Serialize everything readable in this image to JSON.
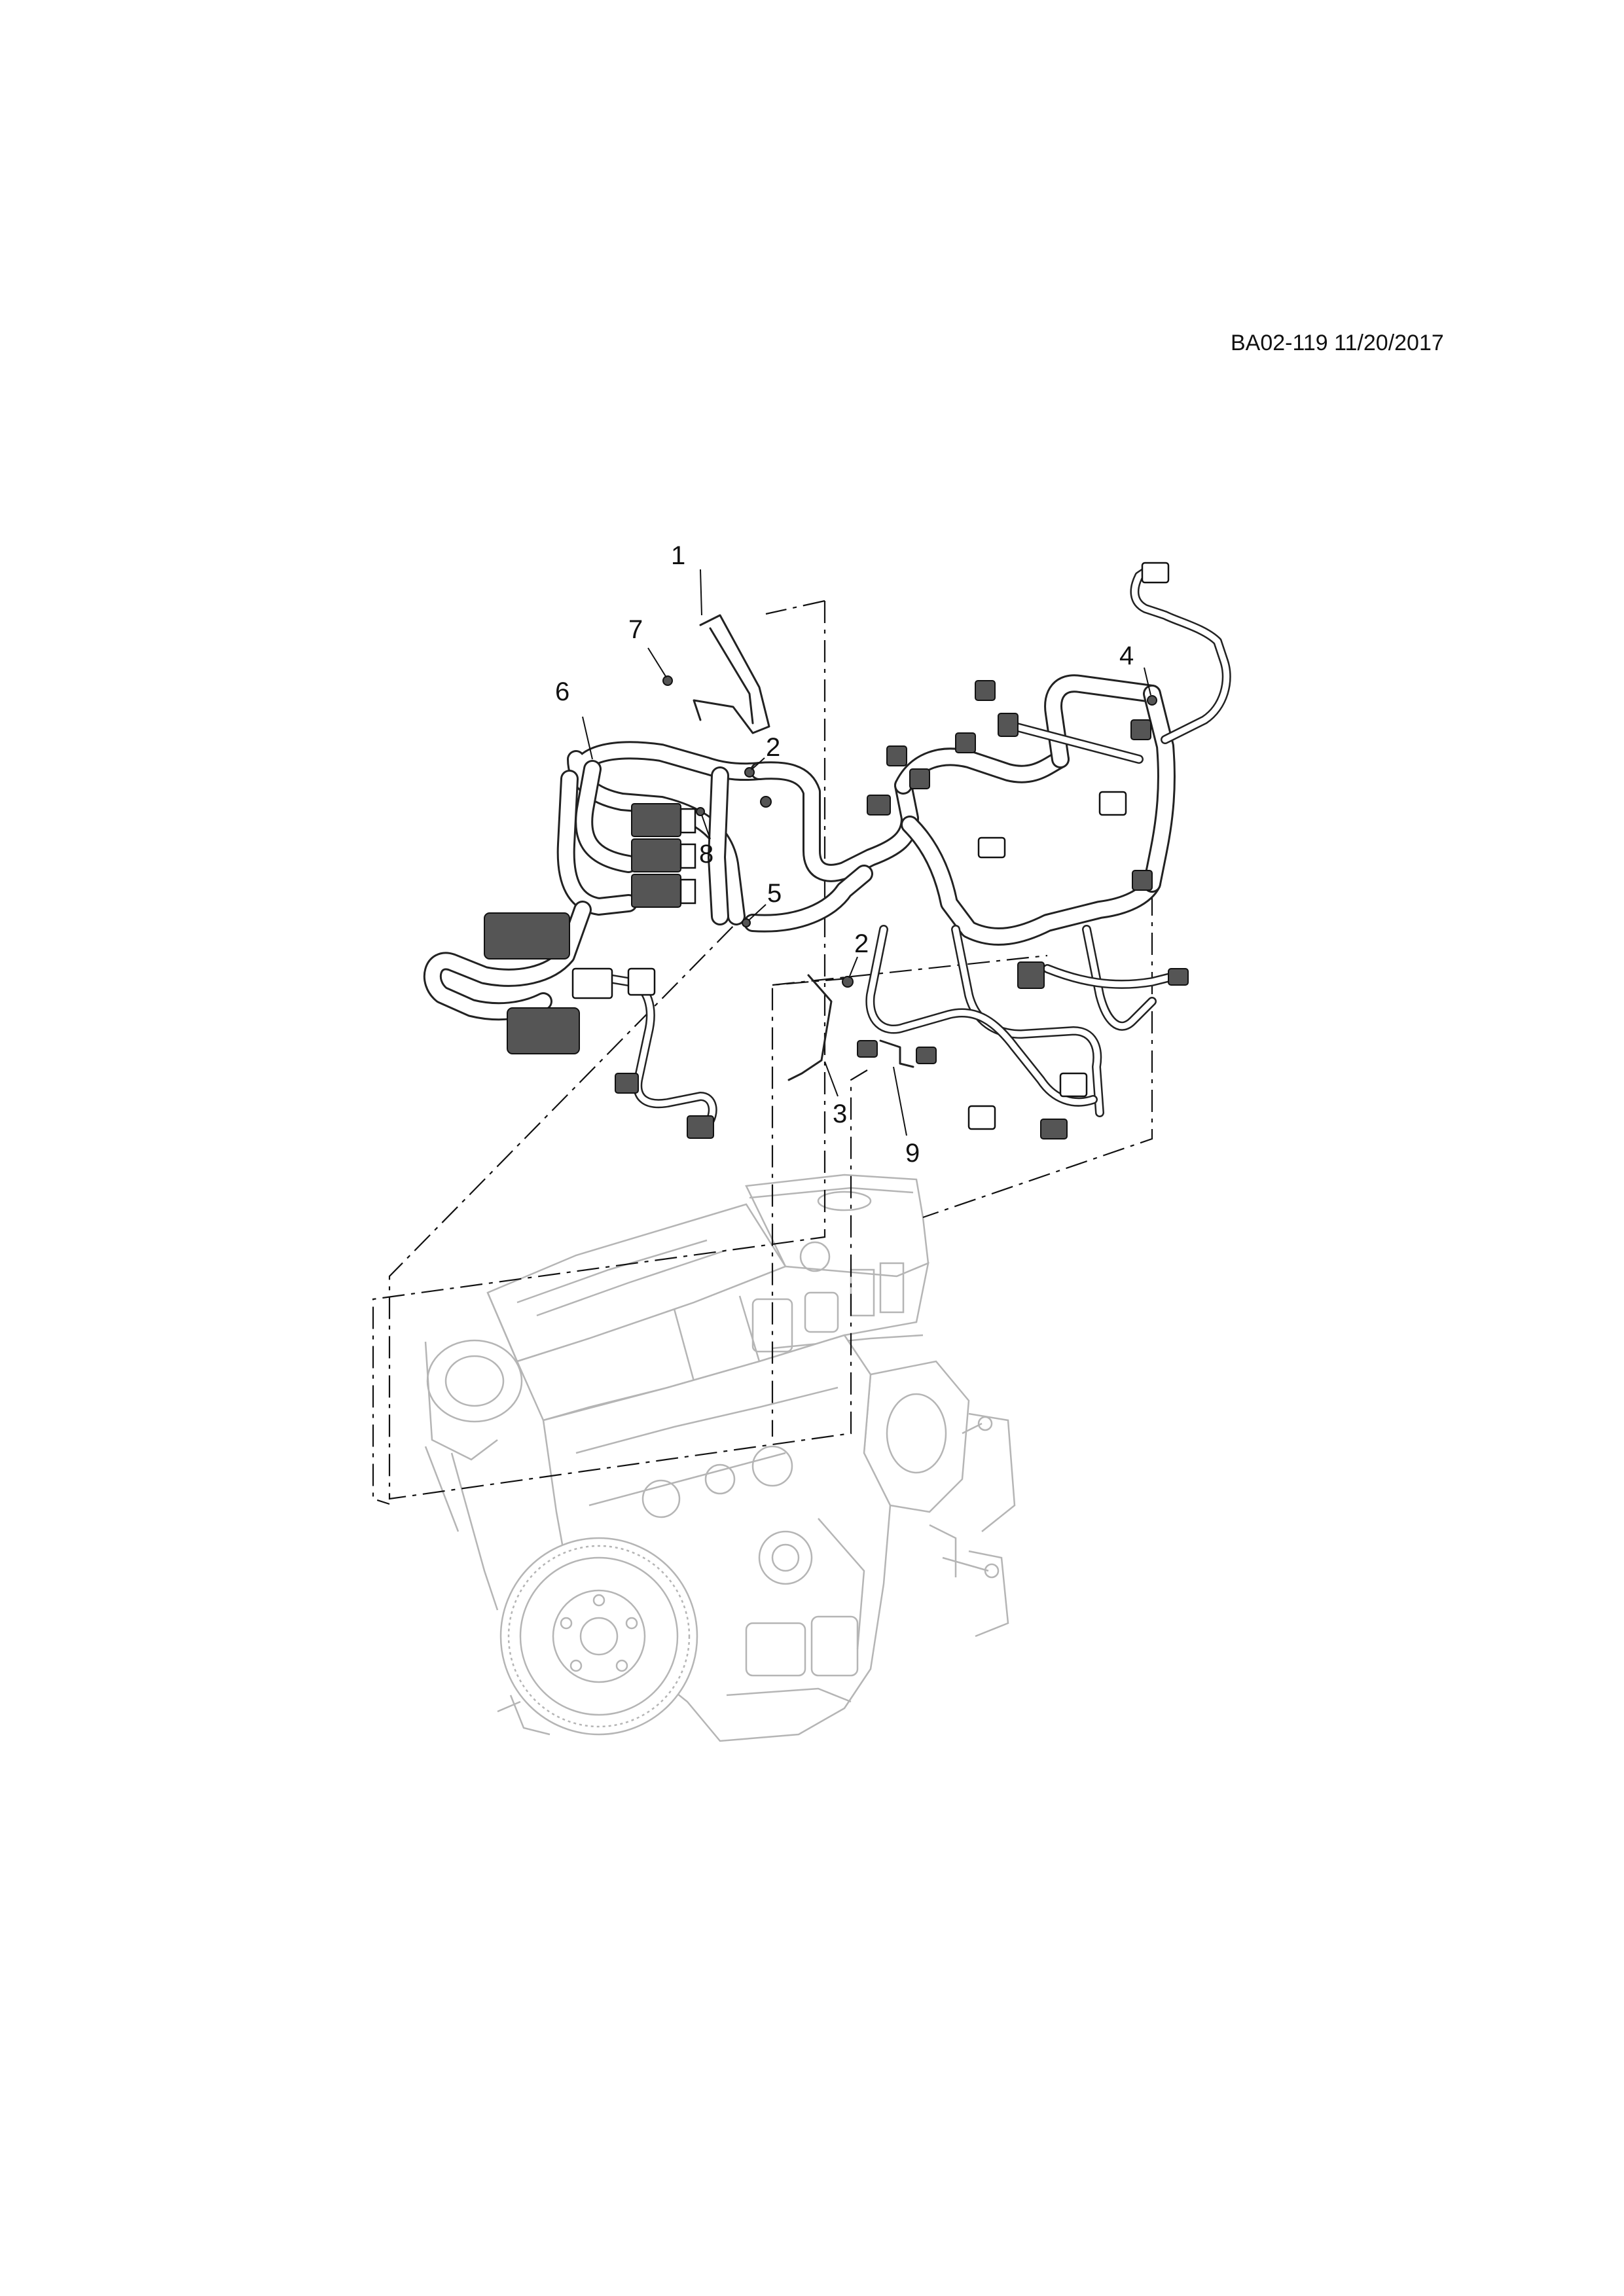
{
  "diagram": {
    "code": "BA02-119 11/20/2017",
    "callouts": [
      {
        "id": "c1",
        "label": "1"
      },
      {
        "id": "c7",
        "label": "7"
      },
      {
        "id": "c6",
        "label": "6"
      },
      {
        "id": "c2a",
        "label": "2"
      },
      {
        "id": "c8",
        "label": "8"
      },
      {
        "id": "c5",
        "label": "5"
      },
      {
        "id": "c4",
        "label": "4"
      },
      {
        "id": "c2b",
        "label": "2"
      },
      {
        "id": "c3",
        "label": "3"
      },
      {
        "id": "c9",
        "label": "9"
      }
    ]
  }
}
